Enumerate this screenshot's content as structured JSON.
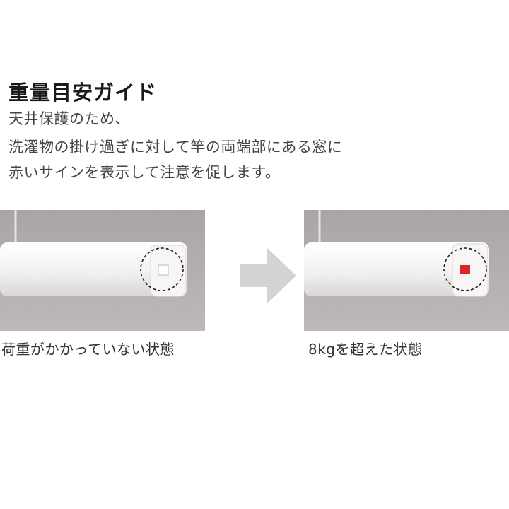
{
  "guide": {
    "title": "重量目安ガイド",
    "description_lines": [
      "天井保護のため、",
      "洗濯物の掛け過ぎに対して竿の両端部にある窓に",
      "赤いサインを表示して注意を促します。"
    ]
  },
  "states": [
    {
      "caption": "荷重がかかっていない状態",
      "indicator": "none"
    },
    {
      "caption": "8kgを超えた状態",
      "indicator": "red"
    }
  ],
  "colors": {
    "background_photo": "#b4aeb0",
    "pole": "#f4f3f1",
    "indicator_red": "#d8262a",
    "arrow": "#d3d3d3"
  },
  "icons": {
    "transition": "right-arrow-icon"
  }
}
